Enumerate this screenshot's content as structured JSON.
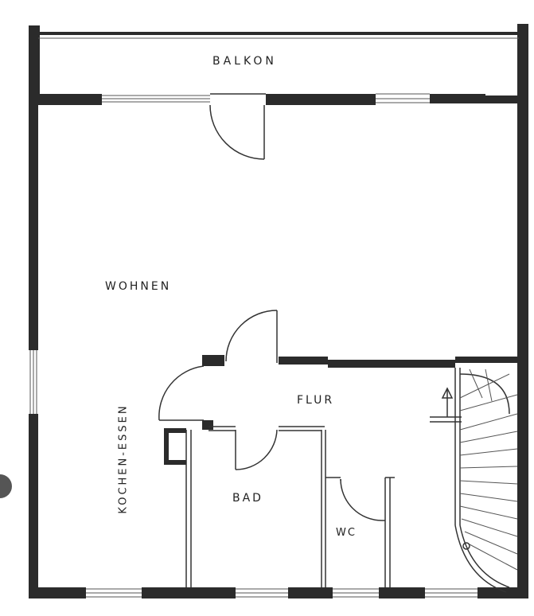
{
  "rooms": {
    "balkon": "BALKON",
    "wohnen": "WOHNEN",
    "flur": "FLUR",
    "kochen_essen": "KOCHEN-ESSEN",
    "bad": "BAD",
    "wc": "WC"
  }
}
